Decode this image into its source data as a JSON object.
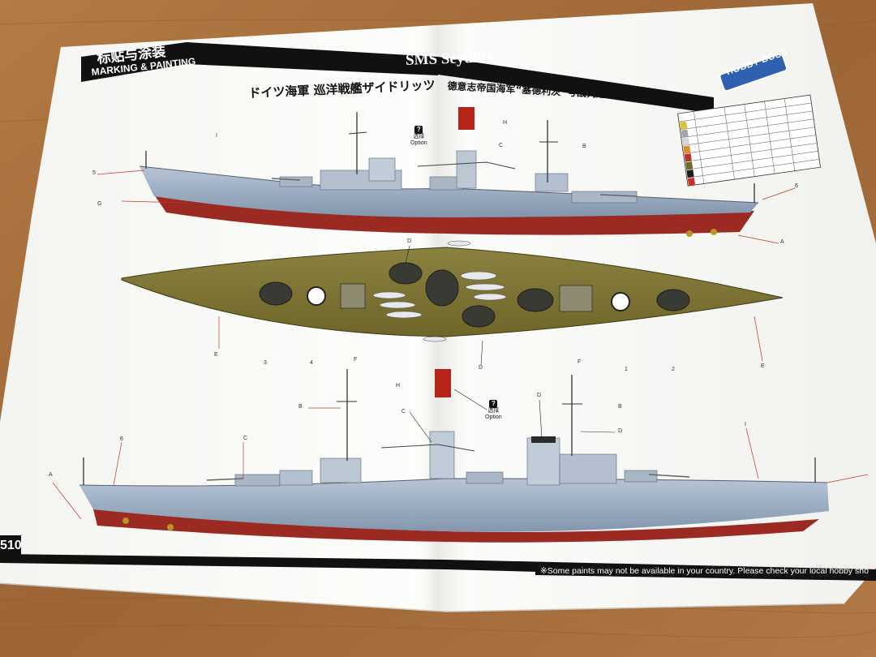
{
  "header": {
    "title_cn": "标贴与涂装",
    "title_en": "MARKING & PAINTING",
    "ship_name": "SMS Seydlitz",
    "subtitle_jp": "ドイツ海軍 巡洋戦艦ザイドリッツ",
    "subtitle_cn": "德意志帝国海军“塞德利茨”号战列巡洋舰",
    "brand": "HOBBY BOSS"
  },
  "footer": {
    "code_fragment": "510",
    "note": "※Some paints may not be available in your country. Please check your local hobby sho"
  },
  "option_callouts": [
    {
      "cn": "选择",
      "en": "Option"
    },
    {
      "cn": "选择",
      "en": "Option"
    }
  ],
  "part_labels": [
    "A",
    "B",
    "C",
    "D",
    "E",
    "F",
    "G",
    "H",
    "I",
    "1",
    "2",
    "3",
    "4",
    "5",
    "6"
  ],
  "colors": {
    "table": "#a8713d",
    "paper": "#fbfbf8",
    "band": "#111111",
    "hull_grey": "#9aabc0",
    "hull_red": "#9b2a22",
    "deck": "#7b7233"
  }
}
